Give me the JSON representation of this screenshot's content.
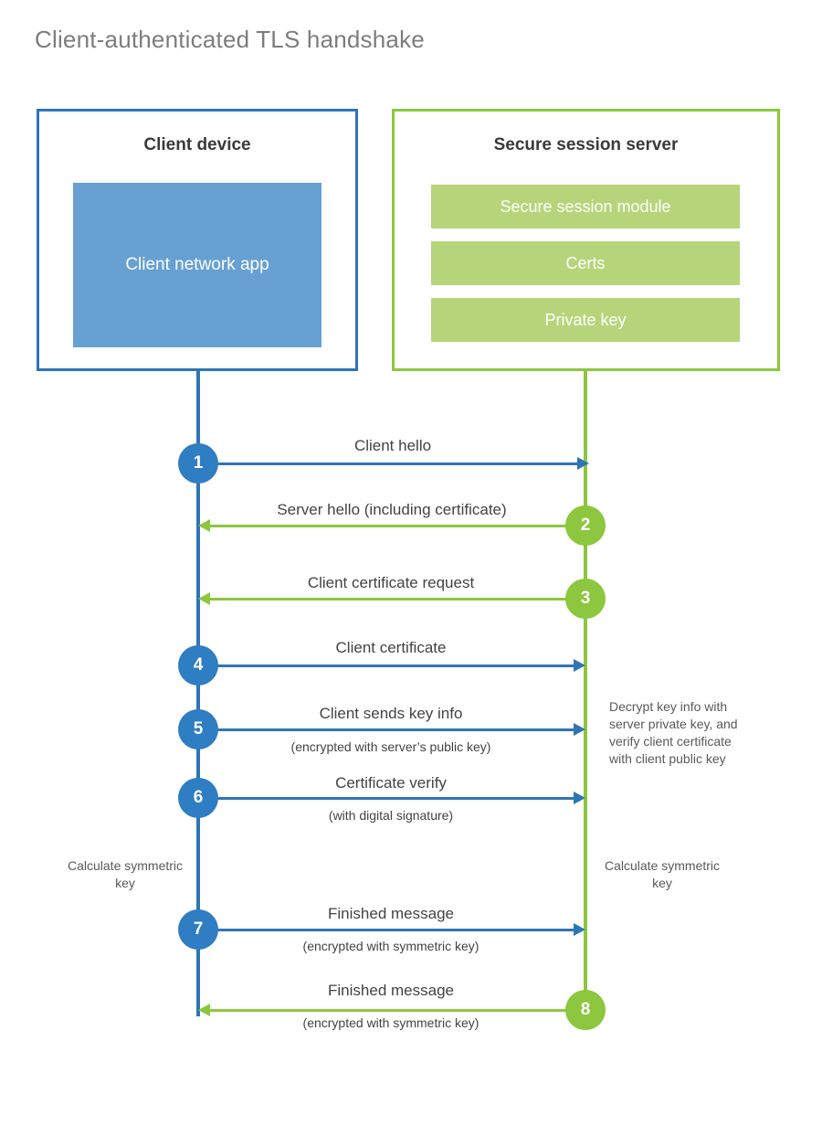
{
  "title": "Client-authenticated TLS handshake",
  "colors": {
    "client_accent": "#2e75b6",
    "client_badge": "#2f7dc2",
    "client_fill": "#67a0d2",
    "server_accent": "#8dc63f",
    "server_fill": "#b6d57a",
    "title_text": "#7d7d7d",
    "body_text": "#434343"
  },
  "client": {
    "title": "Client device",
    "app_label": "Client network app"
  },
  "server": {
    "title": "Secure session server",
    "components": [
      {
        "label": "Secure session module"
      },
      {
        "label": "Certs"
      },
      {
        "label": "Private key"
      }
    ]
  },
  "steps": [
    {
      "number": "1",
      "label": "Client hello",
      "sublabel": "",
      "direction": "client-to-server",
      "actor": "client"
    },
    {
      "number": "2",
      "label": "Server hello (including certificate)",
      "sublabel": "",
      "direction": "server-to-client",
      "actor": "server"
    },
    {
      "number": "3",
      "label": "Client certificate request",
      "sublabel": "",
      "direction": "server-to-client",
      "actor": "server"
    },
    {
      "number": "4",
      "label": "Client certificate",
      "sublabel": "",
      "direction": "client-to-server",
      "actor": "client"
    },
    {
      "number": "5",
      "label": "Client sends key info",
      "sublabel": "(encrypted with server’s public key)",
      "direction": "client-to-server",
      "actor": "client"
    },
    {
      "number": "6",
      "label": "Certificate verify",
      "sublabel": "(with digital signature)",
      "direction": "client-to-server",
      "actor": "client"
    },
    {
      "number": "7",
      "label": "Finished message",
      "sublabel": "(encrypted with symmetric key)",
      "direction": "client-to-server",
      "actor": "client"
    },
    {
      "number": "8",
      "label": "Finished message",
      "sublabel": "(encrypted with symmetric key)",
      "direction": "server-to-client",
      "actor": "server"
    }
  ],
  "notes": {
    "server_decrypt": "Decrypt key info with server private key, and verify client certificate with client public key",
    "client_calculate": "Calculate symmetric key",
    "server_calculate": "Calculate symmetric key"
  }
}
